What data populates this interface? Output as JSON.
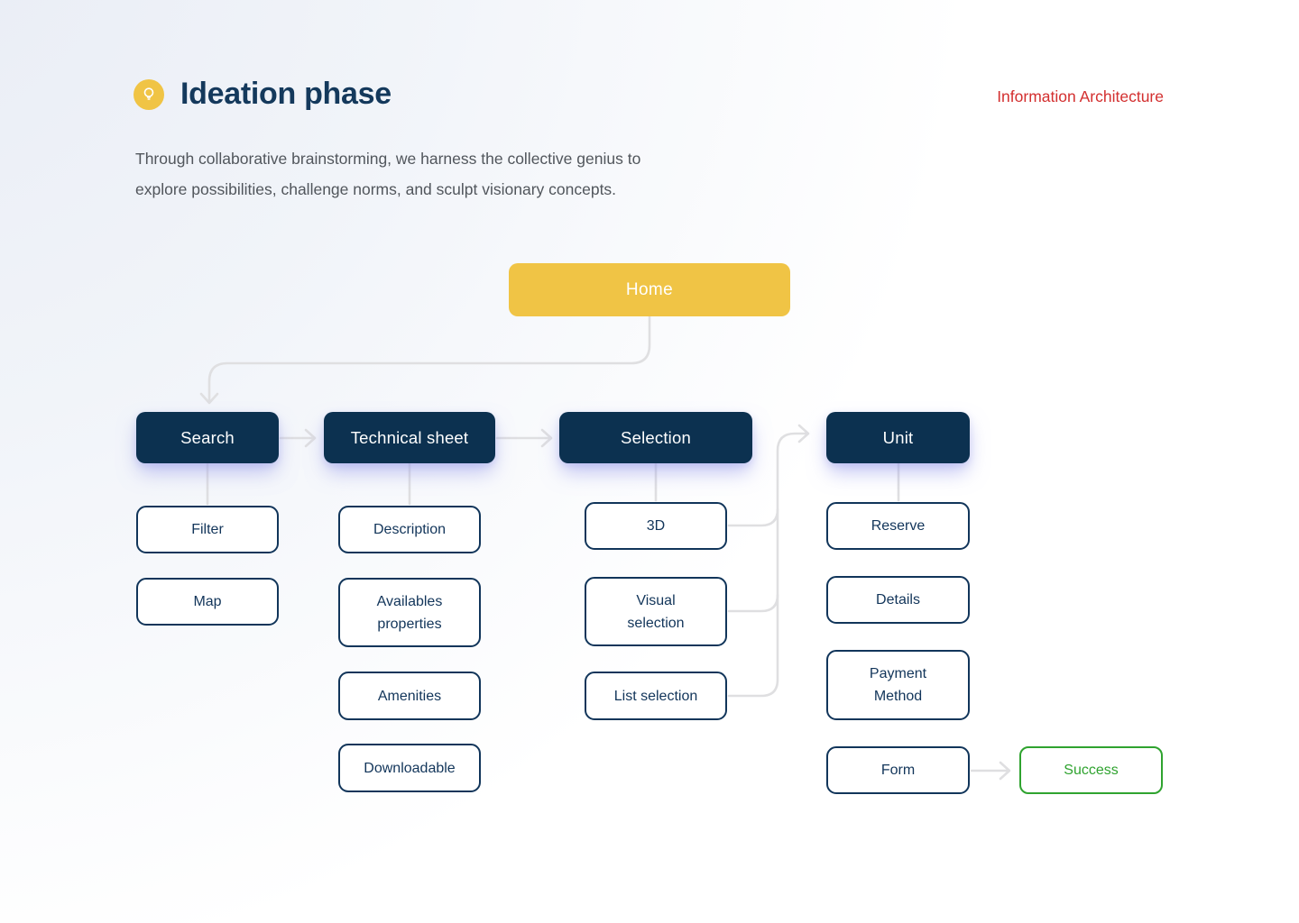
{
  "header": {
    "title": "Ideation phase",
    "tag": "Information Architecture",
    "description_lines": [
      "Through collaborative brainstorming, we harness the collective genius to",
      "explore possibilities, challenge norms, and sculpt visionary concepts."
    ],
    "icon": "lightbulb-icon"
  },
  "flow": {
    "root": {
      "label": "Home"
    },
    "columns": [
      {
        "parent": "Search",
        "children": [
          "Filter",
          "Map"
        ]
      },
      {
        "parent": "Technical sheet",
        "children": [
          "Description",
          "Availables properties",
          "Amenities",
          "Downloadable"
        ]
      },
      {
        "parent": "Selection",
        "children": [
          "3D",
          "Visual selection",
          "List selection"
        ]
      },
      {
        "parent": "Unit",
        "children": [
          "Reserve",
          "Details",
          "Payment Method",
          "Form"
        ]
      }
    ],
    "success": {
      "label": "Success"
    }
  },
  "colors": {
    "accent_yellow": "#F0C445",
    "navy": "#0C3150",
    "tag_red": "#D32F2F",
    "success_green": "#2FA32F",
    "connector_gray": "#DFDFE1"
  }
}
